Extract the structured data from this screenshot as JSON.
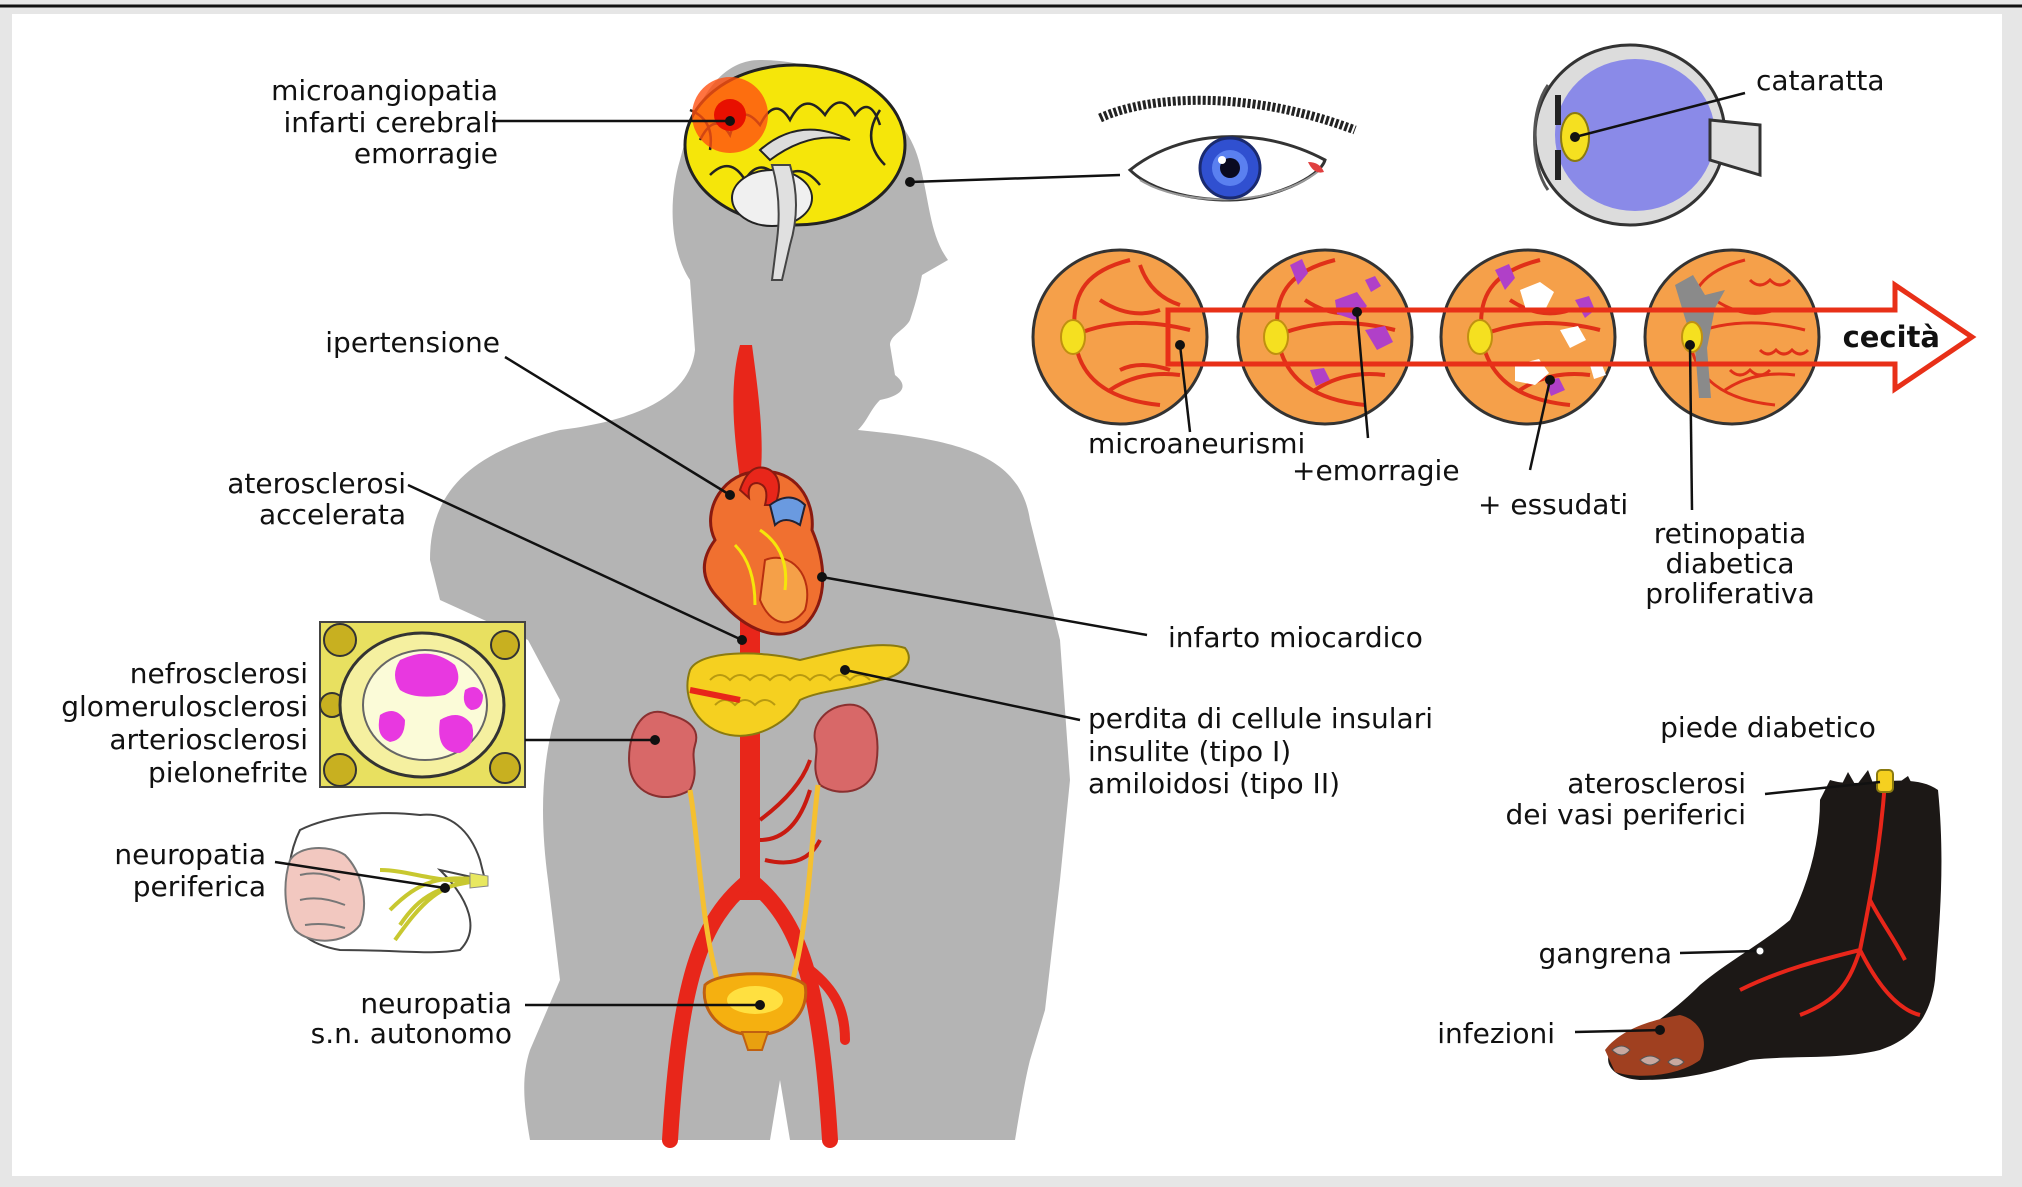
{
  "brain": {
    "line1": "microangiopatia",
    "line2": "infarti cerebrali",
    "line3": "emorragie"
  },
  "hypertension": "ipertensione",
  "atherosclerosis": {
    "line1": "aterosclerosi",
    "line2": "accelerata"
  },
  "kidney": {
    "line1": "nefrosclerosi",
    "line2": "glomerulosclerosi",
    "line3": "arteriosclerosi",
    "line4": "pielonefrite"
  },
  "neuropathy_peripheral": {
    "line1": "neuropatia",
    "line2": "periferica"
  },
  "neuropathy_autonomic": {
    "line1": "neuropatia",
    "line2": "s.n. autonomo"
  },
  "myocardial": "infarto miocardico",
  "pancreas": {
    "line1": "perdita di cellule insulari",
    "line2": "insulite (tipo I)",
    "line3": "amiloidosi (tipo II)"
  },
  "eye": {
    "cataract": "cataratta",
    "blindness": "cecità",
    "stage1": "microaneurismi",
    "stage2": "+emorragie",
    "stage3": "+ essudati",
    "stage4": {
      "line1": "retinopatia",
      "line2": "diabetica",
      "line3": "proliferativa"
    }
  },
  "foot": {
    "title": "piede diabetico",
    "athero": {
      "line1": "aterosclerosi",
      "line2": "dei vasi periferici"
    },
    "gangrene": "gangrena",
    "infections": "infezioni"
  },
  "colors": {
    "body": "#b4b4b4",
    "artery": "#e8261a",
    "brain": "#f5e60a",
    "retina": "#f5a04a",
    "arrow": "#e83018",
    "hemorrhage": "#b040c8",
    "foot": "#1c1816",
    "eye_iris": "#3050d0"
  }
}
